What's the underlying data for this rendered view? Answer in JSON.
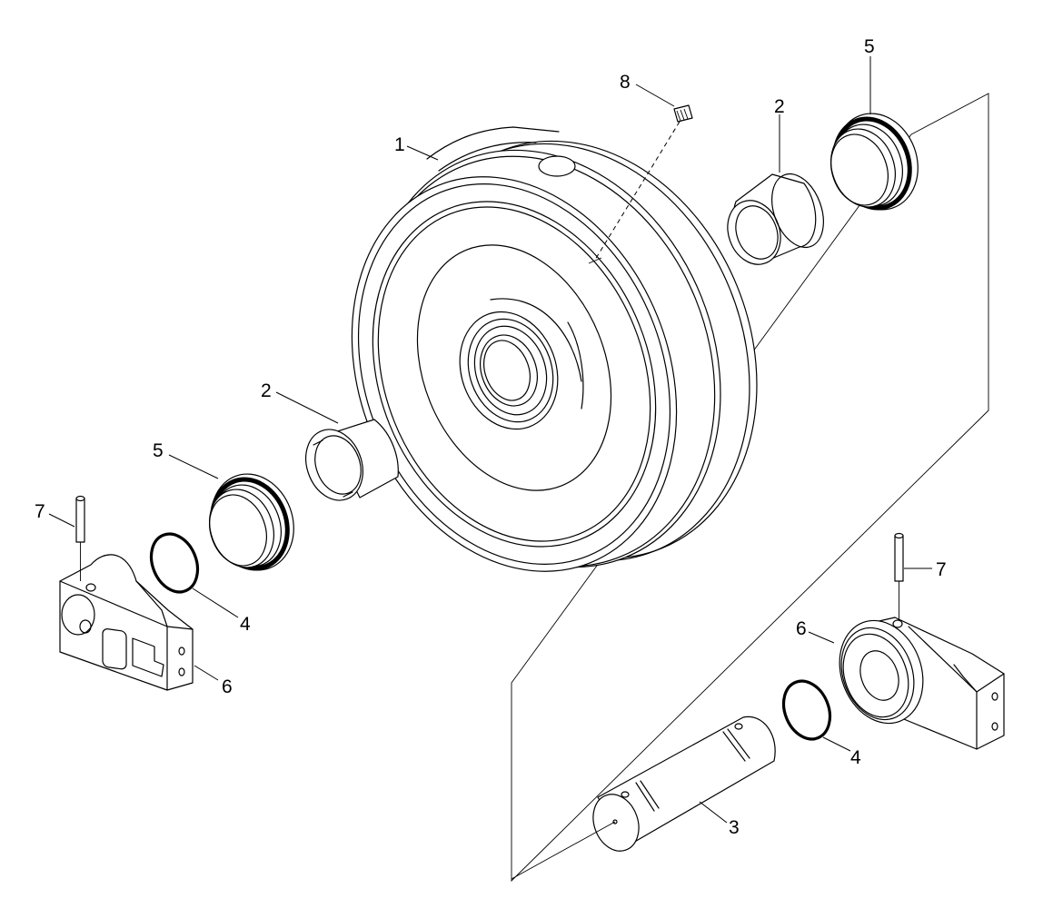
{
  "callouts": {
    "c1": "1",
    "c2_top": "2",
    "c2_left": "2",
    "c3": "3",
    "c4_left": "4",
    "c4_right": "4",
    "c5_top": "5",
    "c5_left": "5",
    "c6_left": "6",
    "c6_right": "6",
    "c7_left": "7",
    "c7_right": "7",
    "c8": "8"
  }
}
